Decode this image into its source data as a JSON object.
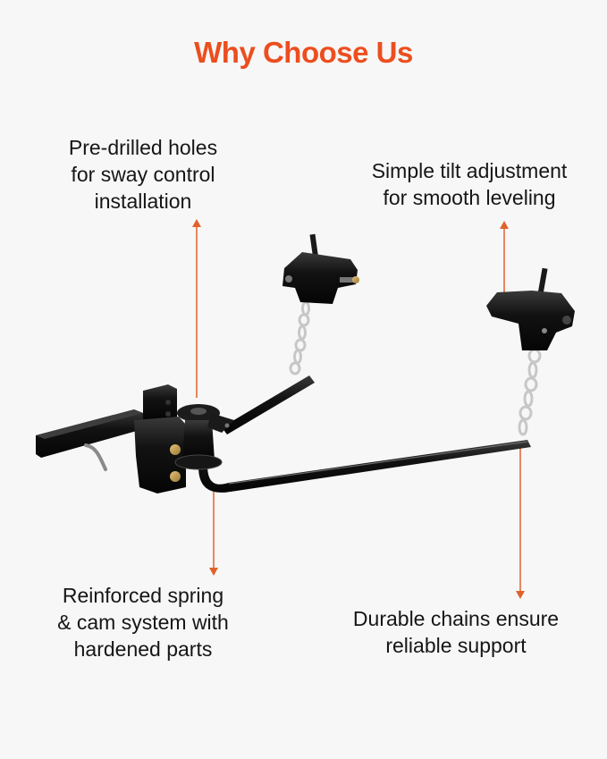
{
  "header": {
    "title": "Why Choose Us"
  },
  "colors": {
    "accent": "#ec4e1f",
    "arrow": "#e0622a",
    "background": "#f7f7f7",
    "text": "#161616",
    "steel": "#111111",
    "chain": "#c9c9c9",
    "bolt": "#c9a24a"
  },
  "callouts": [
    {
      "id": "pre-drilled-holes",
      "text": "Pre-drilled holes\nfor sway control\ninstallation",
      "arrow_direction": "up"
    },
    {
      "id": "tilt-adjustment",
      "text": "Simple tilt adjustment\nfor smooth leveling",
      "arrow_direction": "up"
    },
    {
      "id": "spring-cam",
      "text": "Reinforced spring\n& cam system with\nhardened parts",
      "arrow_direction": "down"
    },
    {
      "id": "durable-chains",
      "text": "Durable chains ensure\nreliable support",
      "arrow_direction": "down"
    }
  ],
  "product": {
    "name": "weight-distribution-hitch",
    "parts": [
      "hitch-shank",
      "head-assembly",
      "spring-bars",
      "chains",
      "bracket-latches"
    ]
  }
}
